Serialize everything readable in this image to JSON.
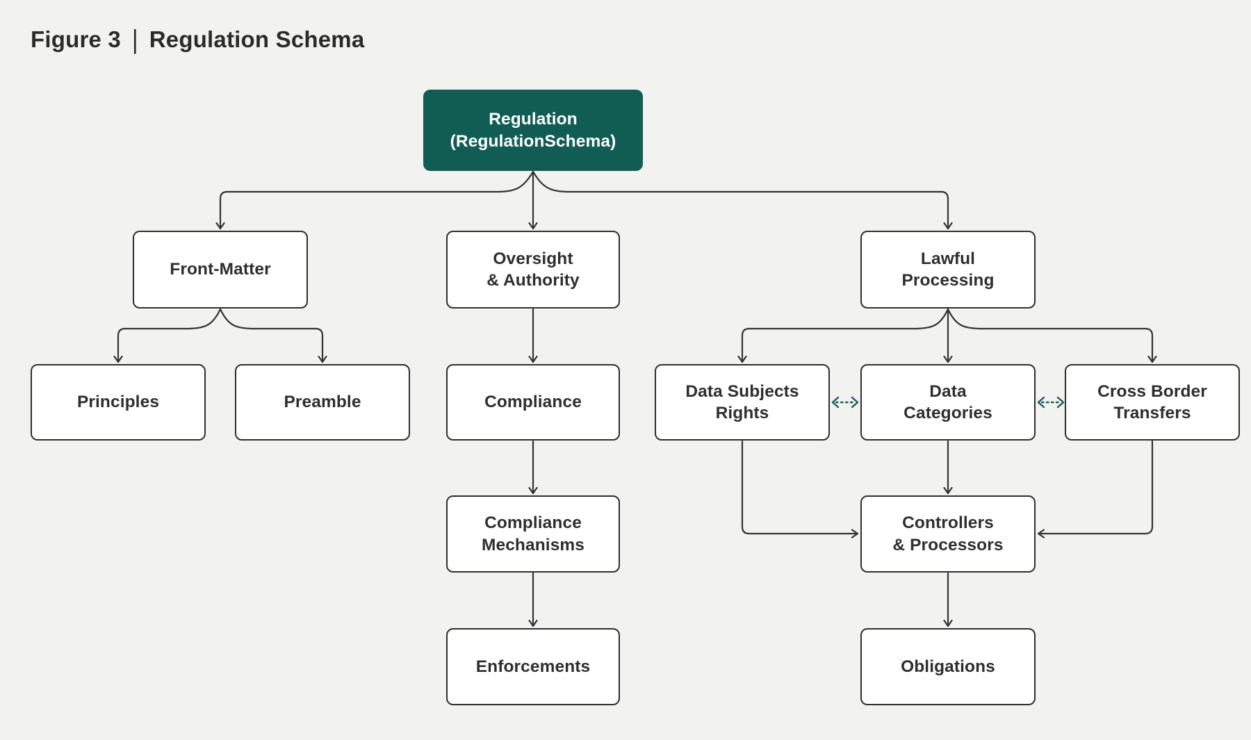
{
  "figure": {
    "label": "Figure 3",
    "separator": "|",
    "title": "Regulation Schema"
  },
  "colors": {
    "background": "#f2f2f0",
    "node_fill": "#ffffff",
    "node_border": "#2e2e2e",
    "root_fill": "#115d54",
    "root_text": "#ffffff",
    "connector": "#333333",
    "dashed_link": "#135f56",
    "text": "#2e2e2e"
  },
  "nodes": {
    "root": {
      "label": "Regulation\n(RegulationSchema)"
    },
    "front_matter": {
      "label": "Front-Matter"
    },
    "oversight": {
      "label": "Oversight\n& Authority"
    },
    "lawful": {
      "label": "Lawful\nProcessing"
    },
    "principles": {
      "label": "Principles"
    },
    "preamble": {
      "label": "Preamble"
    },
    "compliance": {
      "label": "Compliance"
    },
    "dsr": {
      "label": "Data Subjects\nRights"
    },
    "data_categories": {
      "label": "Data\nCategories"
    },
    "cbt": {
      "label": "Cross Border\nTransfers"
    },
    "compliance_mechanisms": {
      "label": "Compliance\nMechanisms"
    },
    "controllers": {
      "label": "Controllers\n& Processors"
    },
    "enforcements": {
      "label": "Enforcements"
    },
    "obligations": {
      "label": "Obligations"
    }
  },
  "diagram": {
    "type": "hierarchy",
    "edges": [
      {
        "from": "Regulation (RegulationSchema)",
        "to": "Front-Matter",
        "style": "solid-arrow"
      },
      {
        "from": "Regulation (RegulationSchema)",
        "to": "Oversight & Authority",
        "style": "solid-arrow"
      },
      {
        "from": "Regulation (RegulationSchema)",
        "to": "Lawful Processing",
        "style": "solid-arrow"
      },
      {
        "from": "Front-Matter",
        "to": "Principles",
        "style": "solid-arrow"
      },
      {
        "from": "Front-Matter",
        "to": "Preamble",
        "style": "solid-arrow"
      },
      {
        "from": "Oversight & Authority",
        "to": "Compliance",
        "style": "solid-arrow"
      },
      {
        "from": "Compliance",
        "to": "Compliance Mechanisms",
        "style": "solid-arrow"
      },
      {
        "from": "Compliance Mechanisms",
        "to": "Enforcements",
        "style": "solid-arrow"
      },
      {
        "from": "Lawful Processing",
        "to": "Data Subjects Rights",
        "style": "solid-arrow"
      },
      {
        "from": "Lawful Processing",
        "to": "Data Categories",
        "style": "solid-arrow"
      },
      {
        "from": "Lawful Processing",
        "to": "Cross Border Transfers",
        "style": "solid-arrow"
      },
      {
        "from": "Data Subjects Rights",
        "to": "Controllers & Processors",
        "style": "solid-arrow"
      },
      {
        "from": "Data Categories",
        "to": "Controllers & Processors",
        "style": "solid-arrow"
      },
      {
        "from": "Cross Border Transfers",
        "to": "Controllers & Processors",
        "style": "solid-arrow"
      },
      {
        "from": "Controllers & Processors",
        "to": "Obligations",
        "style": "solid-arrow"
      },
      {
        "from": "Data Subjects Rights",
        "to": "Data Categories",
        "style": "dashed-bidirectional"
      },
      {
        "from": "Data Categories",
        "to": "Cross Border Transfers",
        "style": "dashed-bidirectional"
      }
    ]
  }
}
